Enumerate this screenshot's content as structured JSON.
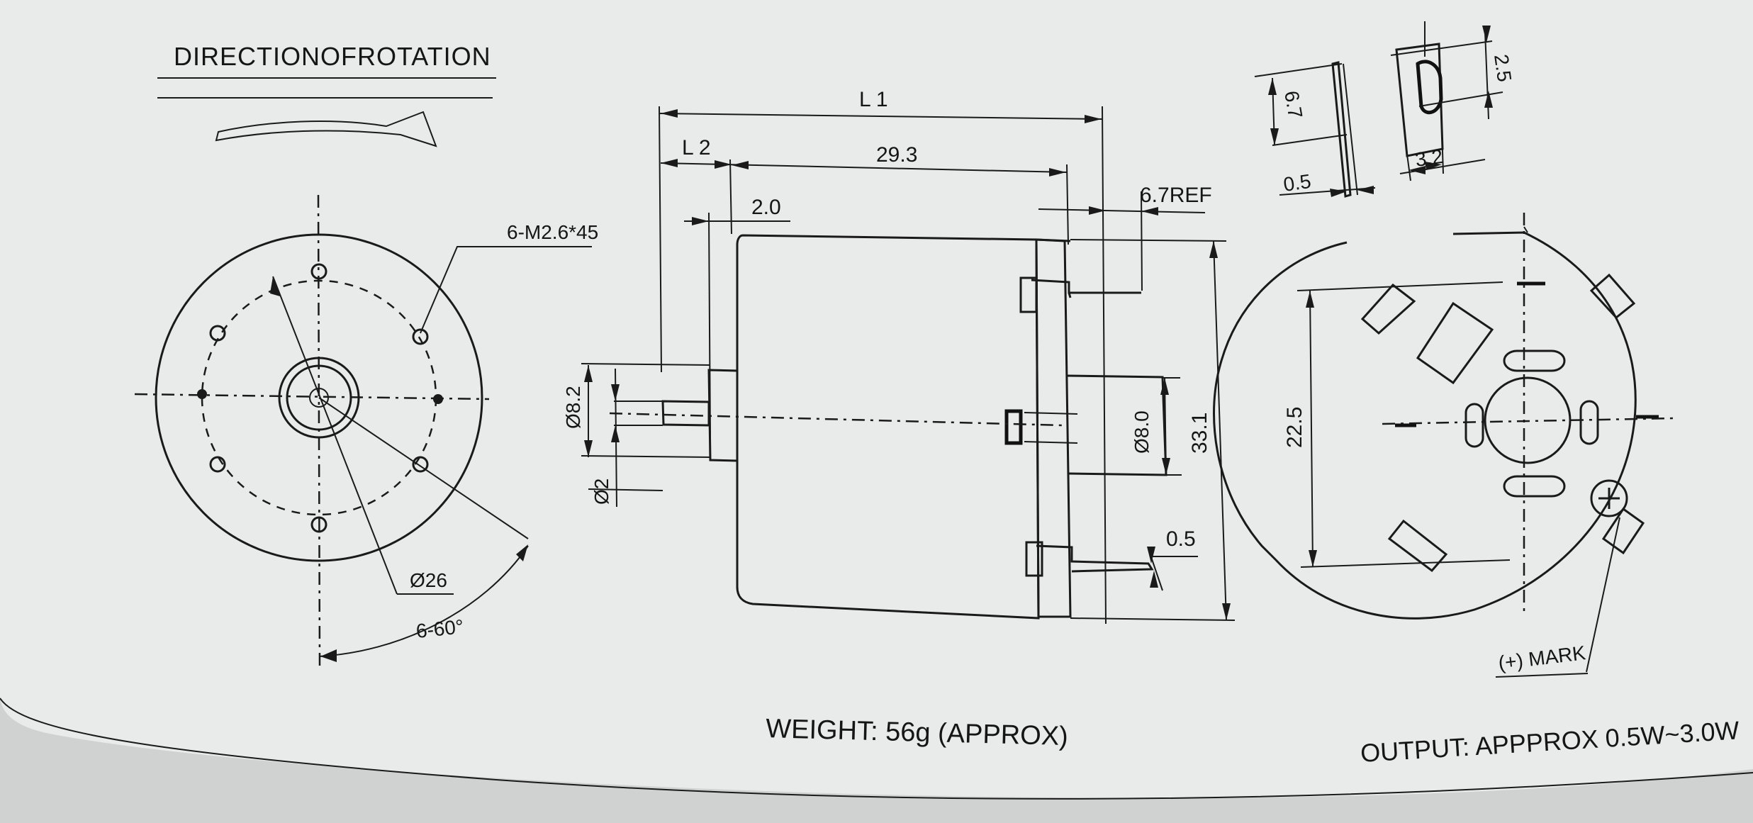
{
  "drawing": {
    "direction_of_rotation": "DIRECTIONOFROTATION",
    "front_view": {
      "screw_holes": "6-M2.6*45",
      "diameter": "Ø26",
      "angle": "6-60°"
    },
    "side_view": {
      "l1": "L 1",
      "l2": "L 2",
      "len_29_3": "29.3",
      "len_2_0": "2.0",
      "ref_6_7": "6.7REF",
      "dia_8_2": "Ø8.2",
      "dia_2": "Ø2",
      "dia_8_0": "Ø8.0",
      "height_33_1": "33.1",
      "terminal_0_5": "0.5"
    },
    "terminal_detail": {
      "h_6_7": "6.7",
      "t_0_5": "0.5",
      "h_2_5": "2.5",
      "w_3_2": "3.2"
    },
    "rear_view": {
      "width_22_5": "22.5",
      "plus_mark": "(+) MARK"
    },
    "weight": "WEIGHT: 56g (APPROX)",
    "output": "OUTPUT: APPPROX 0.5W~3.0W"
  }
}
